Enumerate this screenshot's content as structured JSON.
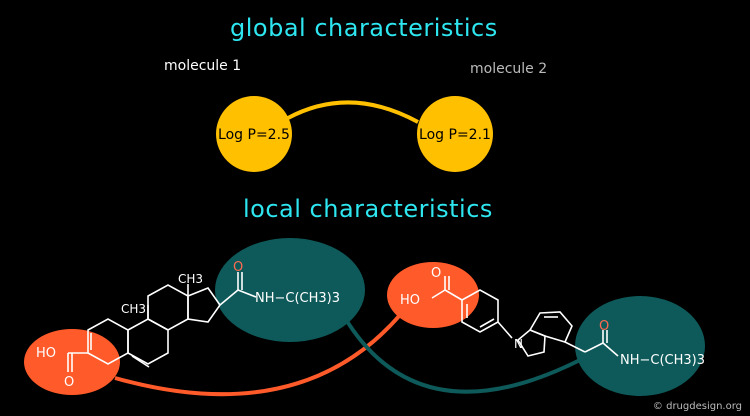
{
  "headings": {
    "global": "global  characteristics",
    "local": "local characteristics"
  },
  "molecules": {
    "molecule1_label": "molecule 1",
    "molecule2_label": "molecule 2",
    "logp1": "Log P=2.5",
    "logp2": "Log P=2.1"
  },
  "structure_labels": {
    "ch3_top": "CH3",
    "ch3_ring": "CH3",
    "oxygen": "O",
    "amide_left": "NH−C(CH3)3",
    "amide_right": "NH−C(CH3)3",
    "ho_left": "HO",
    "ho_right": "HO",
    "n_indole": "N"
  },
  "credit": "© drugdesign.org",
  "colors": {
    "heading": "#2ee6f0",
    "logp_circle": "#ffc000",
    "acid_region": "#ff5a2a",
    "amide_region": "#0e5a5a",
    "bond": "#ffffff"
  }
}
